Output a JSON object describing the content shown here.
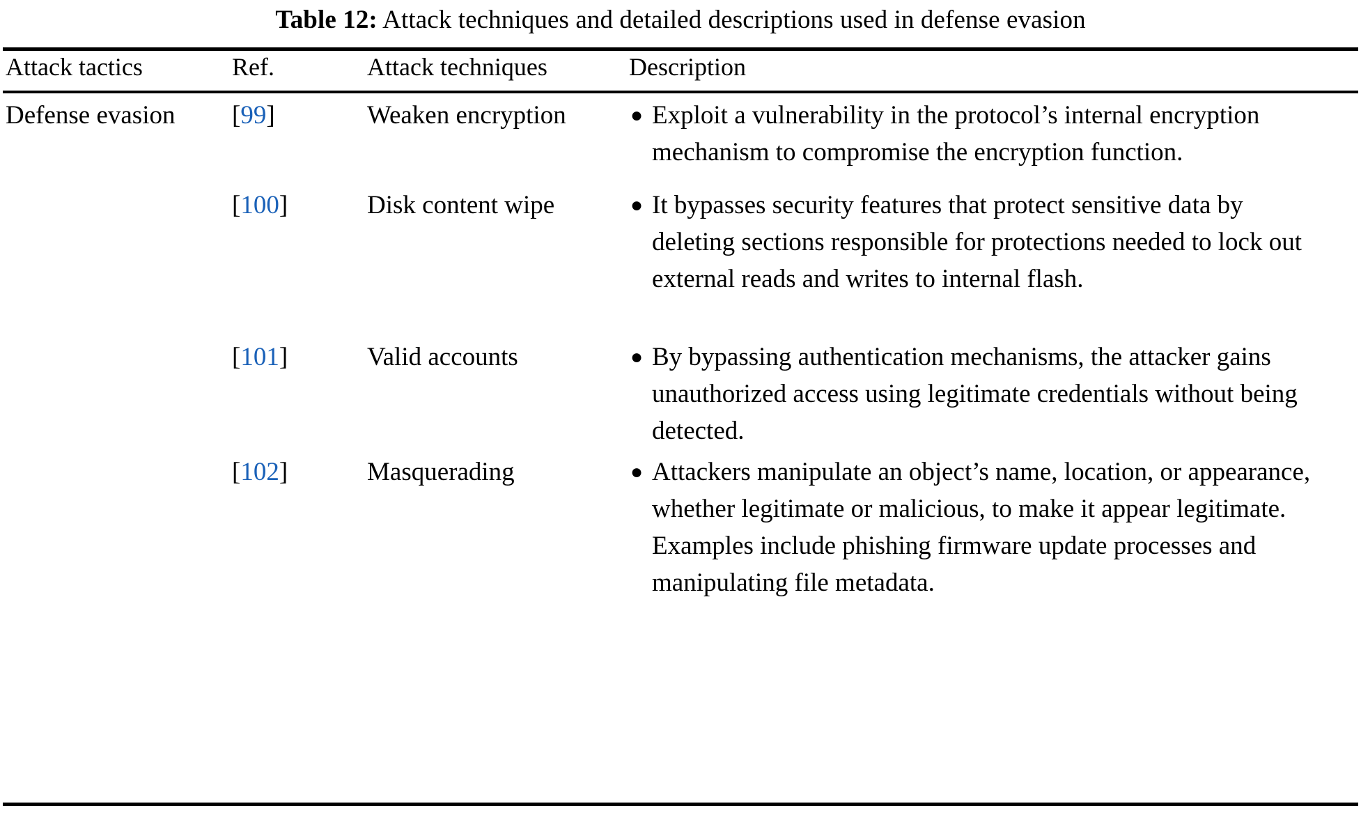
{
  "caption": {
    "label": "Table 12:",
    "text": "Attack techniques and detailed descriptions used in defense evasion"
  },
  "colors": {
    "reference_link": "#1a61b8",
    "text": "#000000",
    "background": "#ffffff",
    "rule": "#000000"
  },
  "table": {
    "headers": {
      "tactics": "Attack tactics",
      "ref": "Ref.",
      "techniques": "Attack techniques",
      "description": "Description"
    },
    "bullet_glyph": "●",
    "tactic": "Defense evasion",
    "rows": [
      {
        "ref_open": "[",
        "ref_number": "99",
        "ref_close": "]",
        "technique": "Weaken encryption",
        "description": "Exploit a vulnerability in the protocol’s internal encryption mechanism to compromise the encryption function."
      },
      {
        "ref_open": "[",
        "ref_number": "100",
        "ref_close": "]",
        "technique": "Disk content wipe",
        "description": "It bypasses security features that protect sensitive data by deleting sections responsible for protections needed to lock out external reads and writes to internal flash."
      },
      {
        "ref_open": "[",
        "ref_number": "101",
        "ref_close": "]",
        "technique": "Valid accounts",
        "description": "By bypassing authentication mechanisms, the attacker gains unauthorized access using legitimate credentials without being detected."
      },
      {
        "ref_open": "[",
        "ref_number": "102",
        "ref_close": "]",
        "technique": "Masquerading",
        "description": "Attackers manipulate an object’s name, location, or appearance, whether legitimate or malicious, to make it appear legitimate. Examples include phishing firmware update processes and manipulating file metadata."
      }
    ]
  }
}
